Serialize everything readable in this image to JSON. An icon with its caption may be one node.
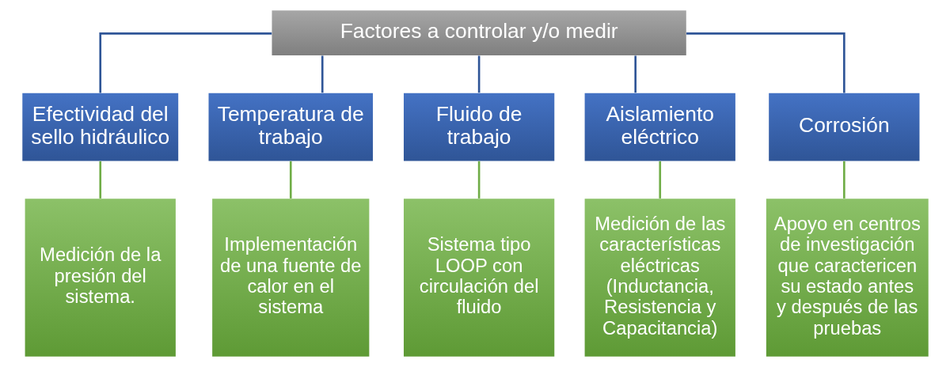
{
  "diagram": {
    "nodes": [
      {
        "text": [
          "Factores a controlar y/o medir"
        ]
      },
      {
        "text": [
          "Efectividad del sello hidráulico"
        ]
      },
      {
        "text": [
          "Temperatura de trabajo"
        ]
      },
      {
        "text": [
          "Fluido de trabajo"
        ]
      },
      {
        "text": [
          "Aislamiento eléctrico"
        ]
      },
      {
        "text": [
          "Corrosión"
        ]
      },
      {
        "text": [
          "Medición de la presión del sistema."
        ]
      },
      {
        "text": [
          "Implementación de una fuente de calor en el sistema"
        ]
      },
      {
        "text": [
          "Sistema tipo LOOP con circulación del fluido"
        ]
      },
      {
        "text": [
          "Medición de las características eléctricas (Inductancia, Resistencia y Capacitancia)"
        ]
      },
      {
        "text": [
          "Apoyo en centros de investigación que caractericen su estado antes y después de las pruebas"
        ]
      }
    ],
    "edges": [
      {
        "from": 0,
        "to": 1,
        "arrow": "none",
        "color": "#2f5597"
      },
      {
        "from": 0,
        "to": 2,
        "arrow": "none",
        "color": "#2f5597"
      },
      {
        "from": 0,
        "to": 3,
        "arrow": "none",
        "color": "#2f5597"
      },
      {
        "from": 0,
        "to": 4,
        "arrow": "none",
        "color": "#2f5597"
      },
      {
        "from": 0,
        "to": 5,
        "arrow": "none",
        "color": "#2f5597"
      },
      {
        "from": 1,
        "to": 6,
        "arrow": "none",
        "color": "#70ad47"
      },
      {
        "from": 2,
        "to": 7,
        "arrow": "none",
        "color": "#70ad47"
      },
      {
        "from": 3,
        "to": 8,
        "arrow": "none",
        "color": "#70ad47"
      },
      {
        "from": 4,
        "to": 9,
        "arrow": "none",
        "color": "#70ad47"
      },
      {
        "from": 5,
        "to": 10,
        "arrow": "none",
        "color": "#70ad47"
      }
    ]
  }
}
